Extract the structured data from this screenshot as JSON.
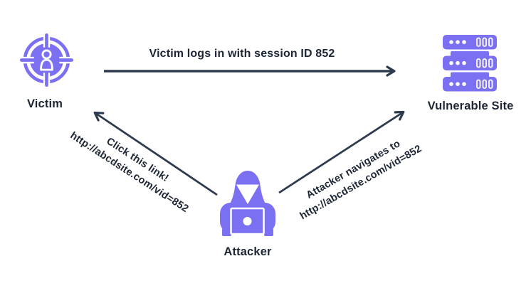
{
  "colors": {
    "background": "#ffffff",
    "purple": "#7c70f2",
    "arrow": "#2e3b4e",
    "text": "#1d2634"
  },
  "nodes": {
    "victim": {
      "label": "Victim",
      "icon": "target-user-icon"
    },
    "vulnerable_site": {
      "label": "Vulnerable Site",
      "icon": "server-stack-icon"
    },
    "attacker": {
      "label": "Attacker",
      "icon": "hooded-hacker-laptop-icon"
    }
  },
  "edges": {
    "victim_to_site": {
      "label": "Victim logs in with session ID 852"
    },
    "attacker_to_victim": {
      "line1": "Click this link!",
      "line2": "http://abcdsite.com/vid=852"
    },
    "attacker_to_site": {
      "line1": "Attacker navigates to",
      "line2": "http://abcdsite.com/vid=852"
    }
  }
}
